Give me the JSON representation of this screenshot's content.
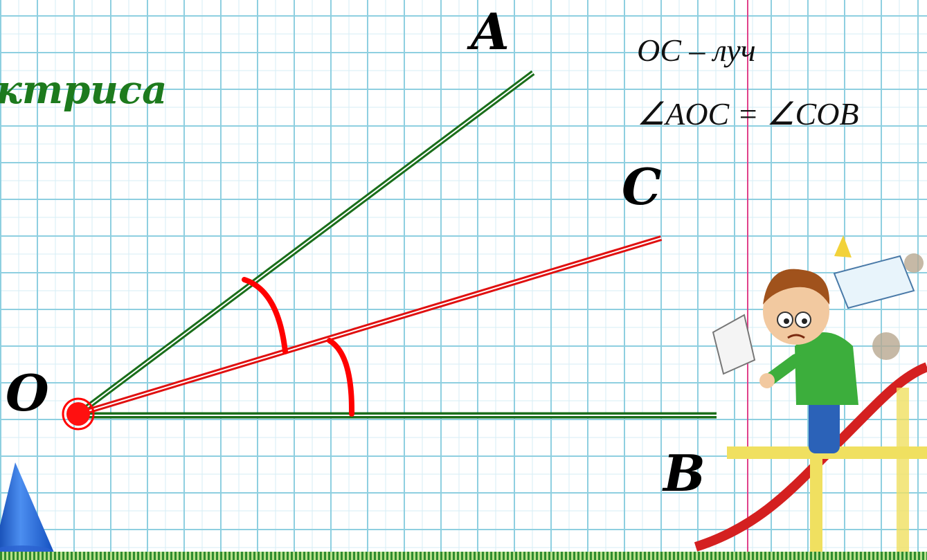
{
  "labels": {
    "a": "A",
    "b": "B",
    "c": "C",
    "o": "O"
  },
  "title_word": "ктриса",
  "notes": {
    "line1": "OC – луч",
    "line2": "∠AOC = ∠COB"
  },
  "colors": {
    "ray_green": "#1a6e1a",
    "bisector_red": "#e01010",
    "arc_red": "#ff0000",
    "point_red": "#ff0000",
    "margin_pink": "#e0408a",
    "title_green": "#1d7a1d"
  },
  "decorations": {
    "cone": "blue-cone-illustration",
    "boy": "cartoon-boy-on-slide-illustration"
  }
}
